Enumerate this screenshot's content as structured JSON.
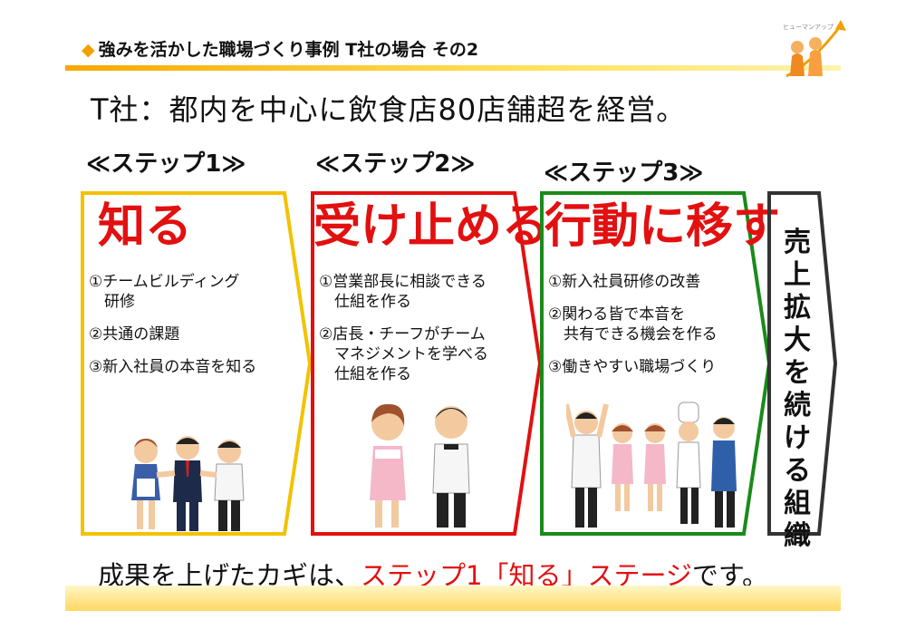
{
  "header": {
    "title": "強みを活かした職場づくり事例 T社の場合 その2"
  },
  "logo": {
    "text": "ヒューマンアップ"
  },
  "headline": "T社：都内を中心に飲食店80店舗超を経営。",
  "steps": [
    {
      "label": "≪ステップ1≫",
      "title": "知る",
      "color": "#f2c200",
      "items": [
        "①チームビルディング\n　研修",
        "②共通の課題",
        "③新入社員の本音を知る"
      ]
    },
    {
      "label": "≪ステップ2≫",
      "title": "受け止める",
      "color": "#e21010",
      "items": [
        "①営業部長に相談できる\n　仕組を作る",
        "②店長・チーフがチーム\n　マネジメントを学べる\n　仕組を作る"
      ]
    },
    {
      "label": "≪ステップ3≫",
      "title": "行動に移す",
      "color": "#1a8a1a",
      "items": [
        "①新入社員研修の改善",
        "②関わる皆で本音を\n　共有できる機会を作る",
        "③働きやすい職場づくり"
      ]
    }
  ],
  "result": {
    "text": "売上拡大を続ける組織"
  },
  "bottom": {
    "prefix": "成果を上げたカギは、",
    "highlight": "ステップ1「知る」ステージ",
    "suffix": "です。"
  }
}
